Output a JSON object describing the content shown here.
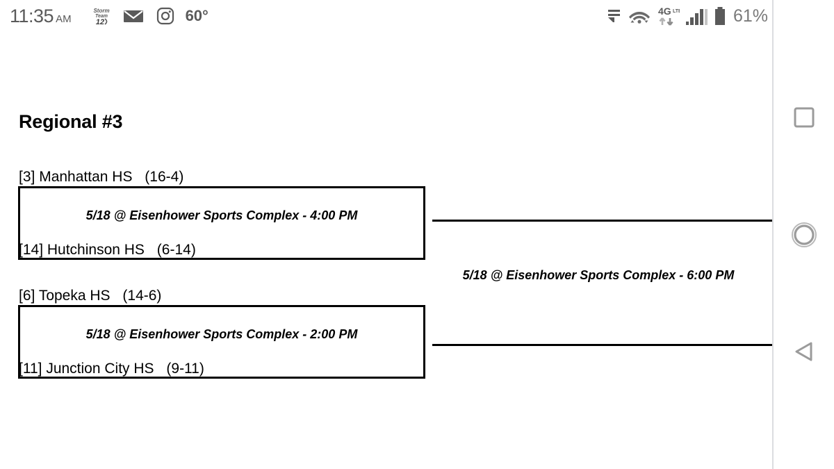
{
  "status_bar": {
    "time": "11:35",
    "ampm": "AM",
    "icons_left": [
      {
        "name": "storm-team-12-icon",
        "label": "Storm Team 12"
      },
      {
        "name": "email-icon",
        "label": "Email"
      },
      {
        "name": "instagram-icon",
        "label": "Instagram"
      }
    ],
    "temperature": "60°",
    "icons_right": [
      {
        "name": "app-notification-icon",
        "label": "Notification"
      },
      {
        "name": "wifi-icon",
        "label": "Wi-Fi"
      },
      {
        "name": "network-4g-lte-icon",
        "label": "4G LTE"
      },
      {
        "name": "cell-signal-icon",
        "label": "Signal"
      },
      {
        "name": "battery-icon",
        "label": "Battery"
      }
    ],
    "battery_percent": "61%"
  },
  "nav_bar": {
    "recents_label": "Recents",
    "home_label": "Home",
    "back_label": "Back"
  },
  "page": {
    "title": "Regional #3"
  },
  "bracket": {
    "round1": [
      {
        "teams": [
          {
            "seed": "[3]",
            "name": "Manhattan HS",
            "record": "(16-4)"
          },
          {
            "seed": "[14]",
            "name": "Hutchinson HS",
            "record": "(6-14)"
          }
        ],
        "match_info": "5/18 @ Eisenhower Sports Complex - 4:00 PM"
      },
      {
        "teams": [
          {
            "seed": "[6]",
            "name": "Topeka HS",
            "record": "(14-6)"
          },
          {
            "seed": "[11]",
            "name": "Junction City HS",
            "record": "(9-11)"
          }
        ],
        "match_info": "5/18 @ Eisenhower Sports Complex - 2:00 PM"
      }
    ],
    "final": {
      "match_info": "5/18 @ Eisenhower Sports Complex - 6:00 PM"
    }
  },
  "colors": {
    "line": "#000000",
    "text": "#000000",
    "status_icon": "#5a5a5a",
    "nav_icon": "#9b9b9b",
    "divider": "#dcdde0",
    "background": "#ffffff"
  }
}
